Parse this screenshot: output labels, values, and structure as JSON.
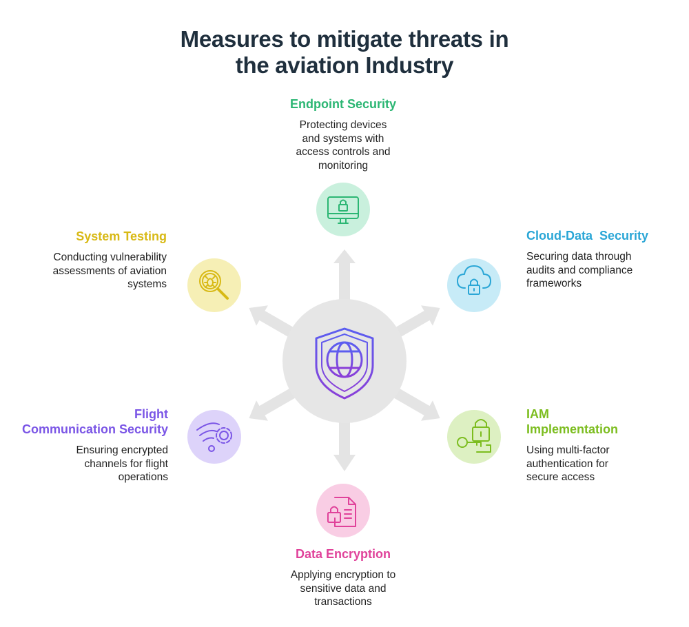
{
  "title": {
    "line1": "Measures to mitigate threats in",
    "line2": "the aviation Industry"
  },
  "center": {
    "icon": "shield-globe-icon"
  },
  "nodes": {
    "endpoint": {
      "title": "Endpoint Security",
      "desc": [
        "Protecting devices",
        "and systems with",
        "access controls and",
        "monitoring"
      ],
      "color": "#2bb673",
      "circle": "#c9f0dd",
      "icon": "monitor-lock-icon"
    },
    "cloud": {
      "title": "Cloud-Data  Security",
      "desc": [
        "Securing data through",
        "audits and compliance",
        "frameworks"
      ],
      "color": "#2aa6d6",
      "circle": "#c7ebf7",
      "icon": "cloud-lock-icon"
    },
    "iam": {
      "title": [
        "IAM",
        "Implementation"
      ],
      "desc": [
        "Using multi-factor",
        "authentication for",
        "secure access"
      ],
      "color": "#7cbd1f",
      "circle": "#ddf0c2",
      "icon": "key-lock-icon"
    },
    "encryption": {
      "title": "Data Encryption",
      "desc": [
        "Applying encryption to",
        "sensitive data and",
        "transactions"
      ],
      "color": "#e0429a",
      "circle": "#f9cde4",
      "icon": "document-lock-icon"
    },
    "flight": {
      "title": [
        "Flight",
        "Communication Security"
      ],
      "desc": [
        "Ensuring encrypted",
        "channels for flight",
        "operations"
      ],
      "color": "#7a55e6",
      "circle": "#ddd3fa",
      "icon": "wifi-gear-icon"
    },
    "testing": {
      "title": "System Testing",
      "desc": [
        "Conducting vulnerability",
        "assessments of aviation",
        "systems"
      ],
      "color": "#d8b915",
      "circle": "#f6efb5",
      "icon": "bug-magnifier-icon"
    }
  }
}
